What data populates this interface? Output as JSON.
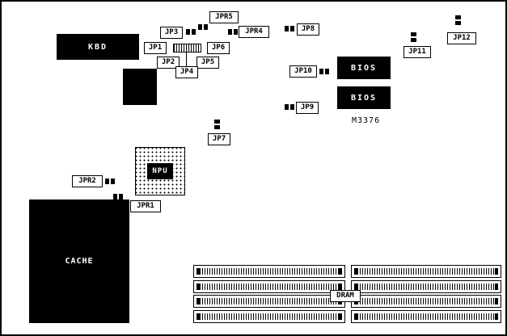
{
  "diagram_title": "motherboard-jumper-location-diagram",
  "chips": {
    "kbd": "KBD",
    "bios1": "BIOS",
    "bios2": "BIOS",
    "npu": "NPU",
    "cache": "CACHE",
    "part_number": "M3376"
  },
  "jumpers": {
    "jpr5": "JPR5",
    "jpr4": "JPR4",
    "jp3": "JP3",
    "jp1": "JP1",
    "jp6": "JP6",
    "jp2": "JP2",
    "jp4": "JP4",
    "jp5": "JP5",
    "jp8": "JP8",
    "jp10": "JP10",
    "jp9": "JP9",
    "jp11": "JP11",
    "jp12": "JP12",
    "jp7": "JP7",
    "jpr2": "JPR2",
    "jpr1": "JPR1"
  },
  "memory": {
    "dram_label": "DRAM",
    "simm_rows": 4,
    "simm_columns": 2
  },
  "colors": {
    "chip_fill": "#000000",
    "chip_text": "#ffffff",
    "line": "#000000",
    "background": "#ffffff"
  }
}
